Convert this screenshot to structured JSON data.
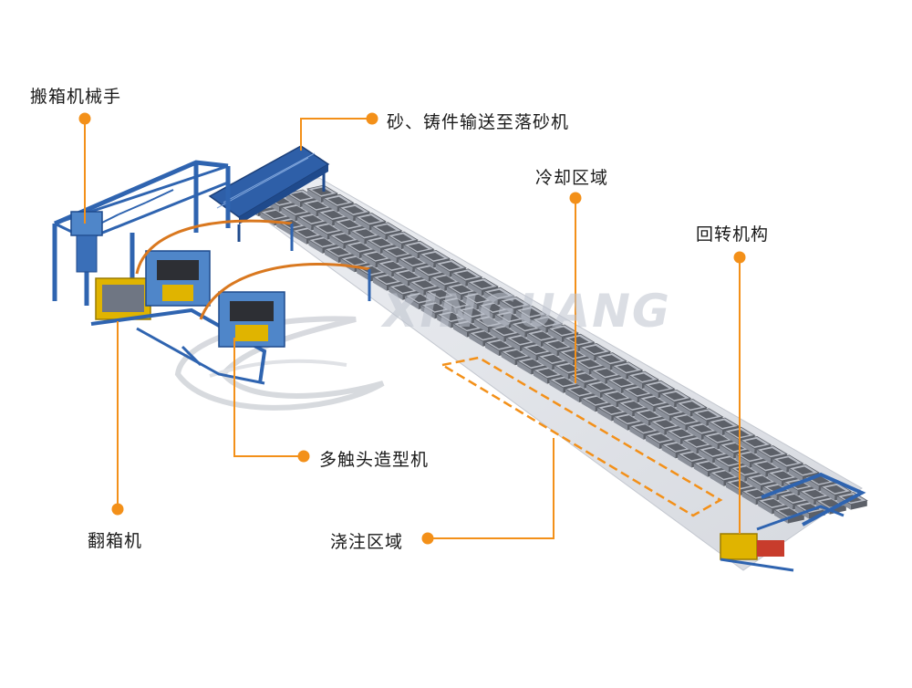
{
  "diagram": {
    "callouts": {
      "box_handler": "搬箱机械手",
      "conveyor": "砂、铸件输送至落砂机",
      "cooling": "冷却区域",
      "rotary": "回转机构",
      "molding": "多触头造型机",
      "flip": "翻箱机",
      "pouring": "浇注区域"
    },
    "watermark": "XINGUANG"
  },
  "colors": {
    "accent": "#f39019",
    "frame": "#2f64b0",
    "frame_dark": "#1f4a8c",
    "machine": "#4f86c9",
    "flask": "#8a8f99",
    "flask_light": "#b9bdc6",
    "flask_dark": "#5c6068",
    "ground": "#dfe1e6",
    "line": "#f39019"
  }
}
